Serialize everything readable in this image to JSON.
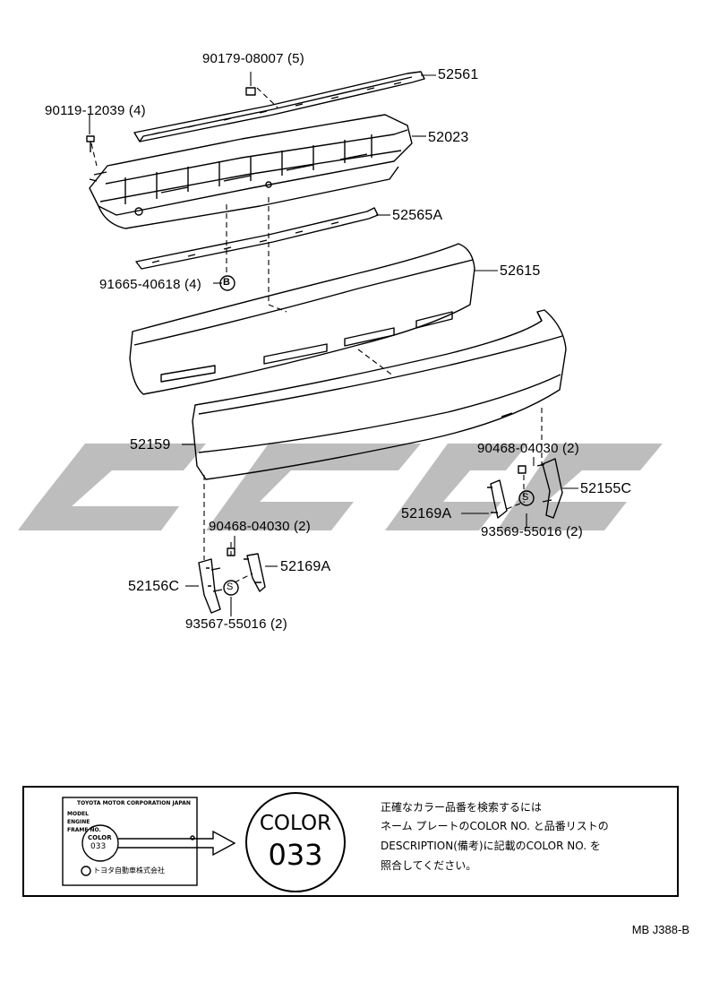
{
  "watermark": {
    "color": "#bdbdbd"
  },
  "labels": {
    "p52561": "52561",
    "p90179": "90179-08007 (5)",
    "p90119": "90119-12039 (4)",
    "p52023": "52023",
    "p52565A": "52565A",
    "p91665": "91665-40618 (4)",
    "p52615": "52615",
    "p52159": "52159",
    "p90468r": "90468-04030 (2)",
    "p52155C": "52155C",
    "p52169Ar": "52169A",
    "p93569": "93569-55016 (2)",
    "p90468l": "90468-04030 (2)",
    "p52169Al": "52169A",
    "p52156C": "52156C",
    "p93567": "93567-55016 (2)",
    "markB": "B",
    "markS1": "S",
    "markS2": "S"
  },
  "legend": {
    "nameplate": {
      "line1": "TOYOTA MOTOR CORPORATION JAPAN",
      "model": "MODEL",
      "engine": "ENGINE",
      "frame": "FRAME NO.",
      "color": "COLOR",
      "code": "033",
      "maker": "トヨタ自動車株式会社"
    },
    "circle": {
      "line1": "COLOR",
      "line2": "033"
    },
    "note": {
      "l1": "正確なカラー品番を検索するには",
      "l2": "ネーム プレートのCOLOR NO. と品番リストの",
      "l3": "DESCRIPTION(備考)に記載のCOLOR NO. を",
      "l4": "照合してください。"
    }
  },
  "ref_code": "MB J388-B"
}
